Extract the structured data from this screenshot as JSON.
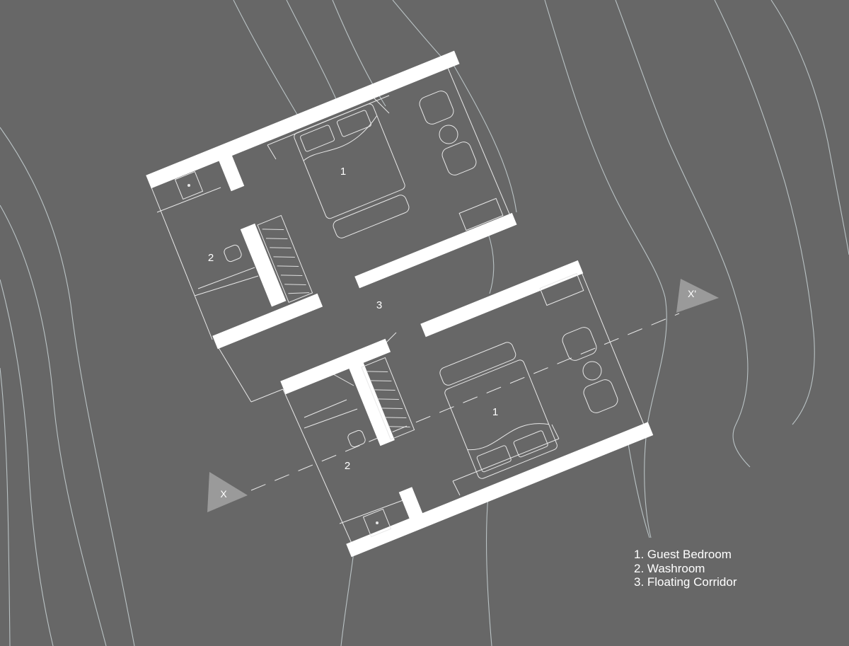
{
  "colors": {
    "background": "#676767",
    "wall": "#ffffff",
    "line": "#e8e8e8",
    "contour": "#b9c2c4",
    "marker": "#9a9a9a"
  },
  "plan": {
    "rooms": [
      {
        "number": "1",
        "name": "Guest Bedroom"
      },
      {
        "number": "2",
        "name": "Washroom"
      },
      {
        "number": "3",
        "name": "Floating Corridor"
      }
    ],
    "labels": {
      "upper_bedroom": "1",
      "upper_washroom": "2",
      "corridor": "3",
      "lower_bedroom": "1",
      "lower_washroom": "2"
    },
    "section_markers": {
      "start": "X",
      "end": "X'"
    }
  },
  "legend": {
    "items": [
      "1. Guest Bedroom",
      "2. Washroom",
      "3. Floating Corridor"
    ]
  }
}
